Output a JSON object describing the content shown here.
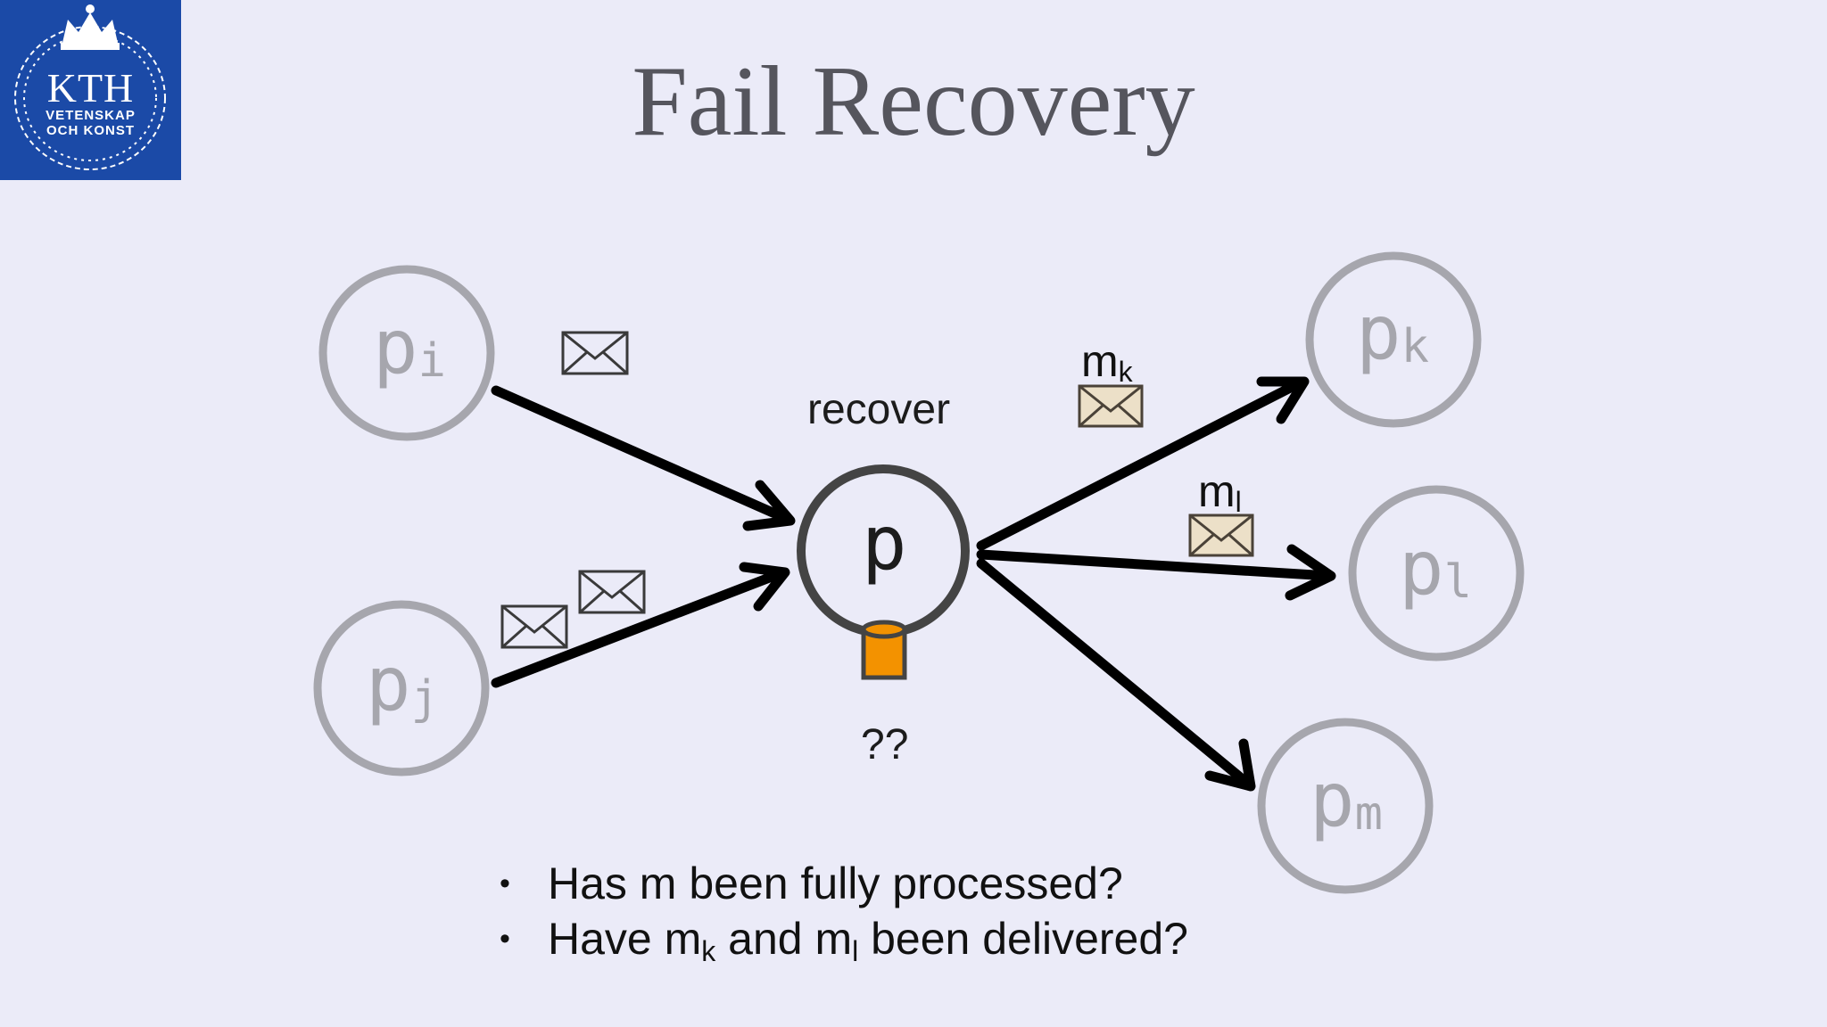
{
  "logo": {
    "name": "KTH",
    "motto_line1": "VETENSKAP",
    "motto_line2": "OCH KONST"
  },
  "title": "Fail Recovery",
  "nodes": {
    "pi": {
      "base": "p",
      "sub": "i"
    },
    "pj": {
      "base": "p",
      "sub": "j"
    },
    "p": "p",
    "pk": {
      "base": "p",
      "sub": "k"
    },
    "pl": {
      "base": "p",
      "sub": "l"
    },
    "pm": {
      "base": "p",
      "sub": "m"
    }
  },
  "labels": {
    "recover": "recover",
    "unknown": "??",
    "mk": {
      "base": "m",
      "sub": "k"
    },
    "ml": {
      "base": "m",
      "sub": "l"
    }
  },
  "bullets": [
    {
      "text": "Has m been fully processed?"
    },
    {
      "pre": "Have m",
      "sub1": "k",
      "mid": " and m",
      "sub2": "l",
      "post": " been delivered?"
    }
  ],
  "colors": {
    "background": "#ebebf8",
    "logo_blue": "#1b4aa7",
    "faded_node": "#a6a6ad",
    "active_node": "#444444",
    "storage": "#f39200",
    "envelope_fill": "#ece0c8"
  }
}
